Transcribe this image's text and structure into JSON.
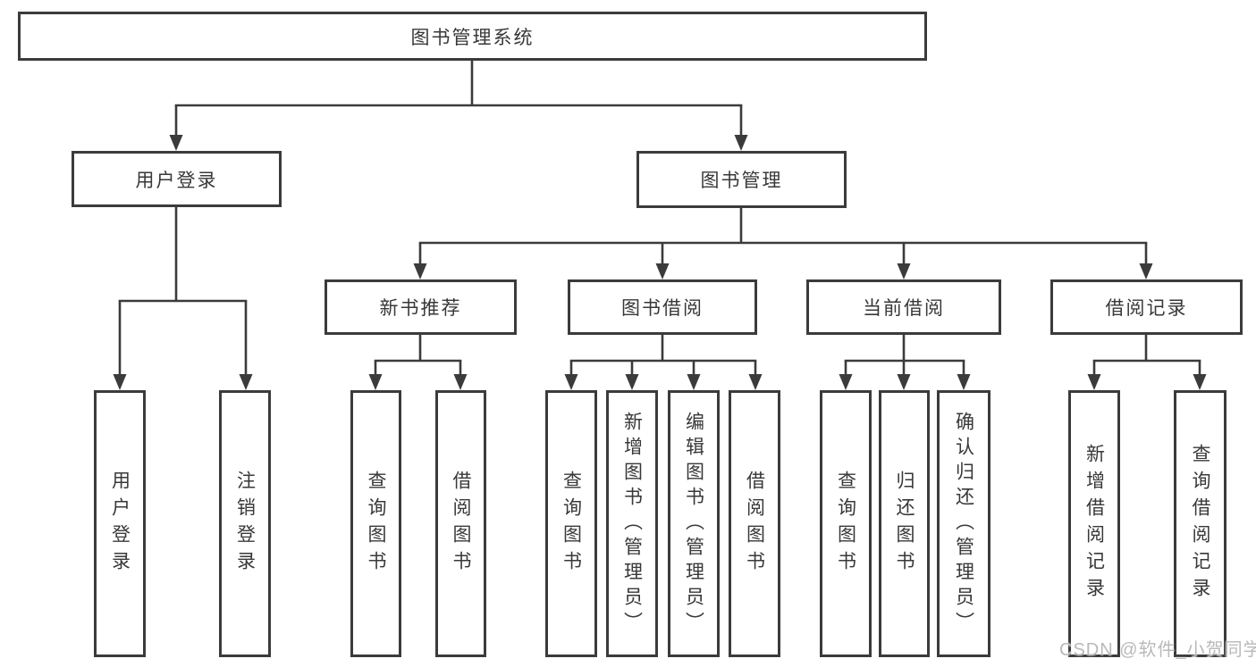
{
  "diagram": {
    "root": {
      "label": "图书管理系统"
    },
    "branches": [
      {
        "label": "用户登录",
        "children": [
          {
            "label": "用户登录"
          },
          {
            "label": "注销登录"
          }
        ]
      },
      {
        "label": "图书管理",
        "children": [
          {
            "label": "新书推荐",
            "children": [
              {
                "label": "查询图书"
              },
              {
                "label": "借阅图书"
              }
            ]
          },
          {
            "label": "图书借阅",
            "children": [
              {
                "label": "查询图书"
              },
              {
                "label": "新增图书（管理员）"
              },
              {
                "label": "编辑图书（管理员）"
              },
              {
                "label": "借阅图书"
              }
            ]
          },
          {
            "label": "当前借阅",
            "children": [
              {
                "label": "查询图书"
              },
              {
                "label": "归还图书"
              },
              {
                "label": "确认归还（管理员）"
              }
            ]
          },
          {
            "label": "借阅记录",
            "children": [
              {
                "label": "新增借阅记录"
              },
              {
                "label": "查询借阅记录"
              }
            ]
          }
        ]
      }
    ]
  },
  "watermark": {
    "text": "CSDN @软件_小贺同学"
  },
  "colors": {
    "line": "#3b3b3b",
    "box_border": "#3b3b3b",
    "box_fill": "#ffffff",
    "text": "#383838",
    "watermark": "#b9b9b9",
    "background": "#ffffff"
  }
}
